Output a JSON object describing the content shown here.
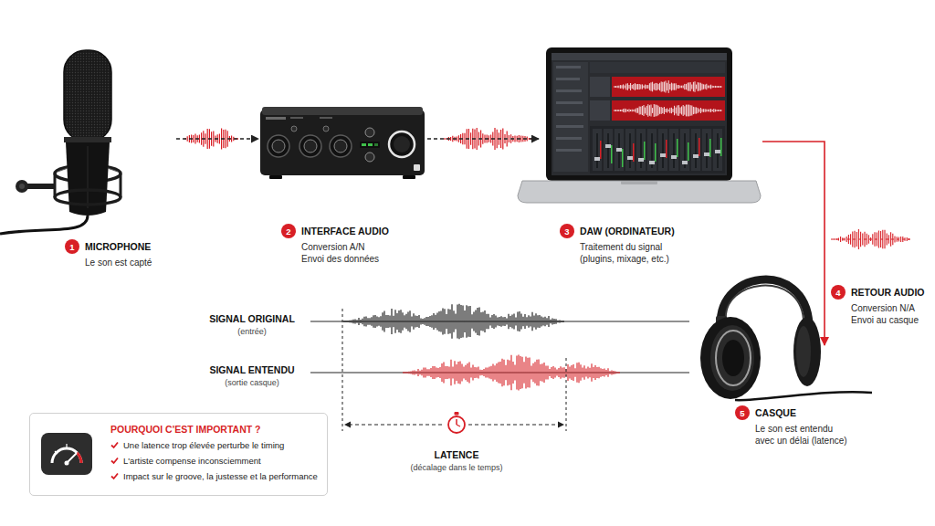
{
  "diagram": {
    "nodes": [
      {
        "text": [
          "1",
          "MICROPHONE",
          "Le son est capté"
        ]
      },
      {
        "text": [
          "2",
          "INTERFACE AUDIO",
          "Conversion A/N Envoi des données"
        ]
      },
      {
        "text": [
          "3",
          "DAW (ORDINATEUR)",
          "Traitement du signal (plugins, mixage, etc.)"
        ]
      },
      {
        "text": [
          "4",
          "RETOUR AUDIO",
          "Conversion N/A Envoi au casque"
        ]
      },
      {
        "text": [
          "5",
          "CASQUE",
          "Le son est entendu avec un délai (latence)"
        ]
      },
      {
        "text": [
          "POURQUOI C'EST IMPORTANT ?",
          "Une latence trop élevée perturbe le timing",
          "L'artiste compense inconsciemment",
          "Impact sur le groove, la justesse et la performance"
        ]
      }
    ],
    "edges": [
      {
        "from": 0,
        "to": 1,
        "arrow": "to"
      },
      {
        "from": 1,
        "to": 2,
        "arrow": "to"
      },
      {
        "from": 2,
        "to": 4,
        "arrow": "to"
      }
    ],
    "labels": [
      "SIGNAL ORIGINAL",
      "(entrée)",
      "SIGNAL ENTENDU",
      "(sortie casque)",
      "LATENCE",
      "(décalage dans le temps)"
    ]
  }
}
